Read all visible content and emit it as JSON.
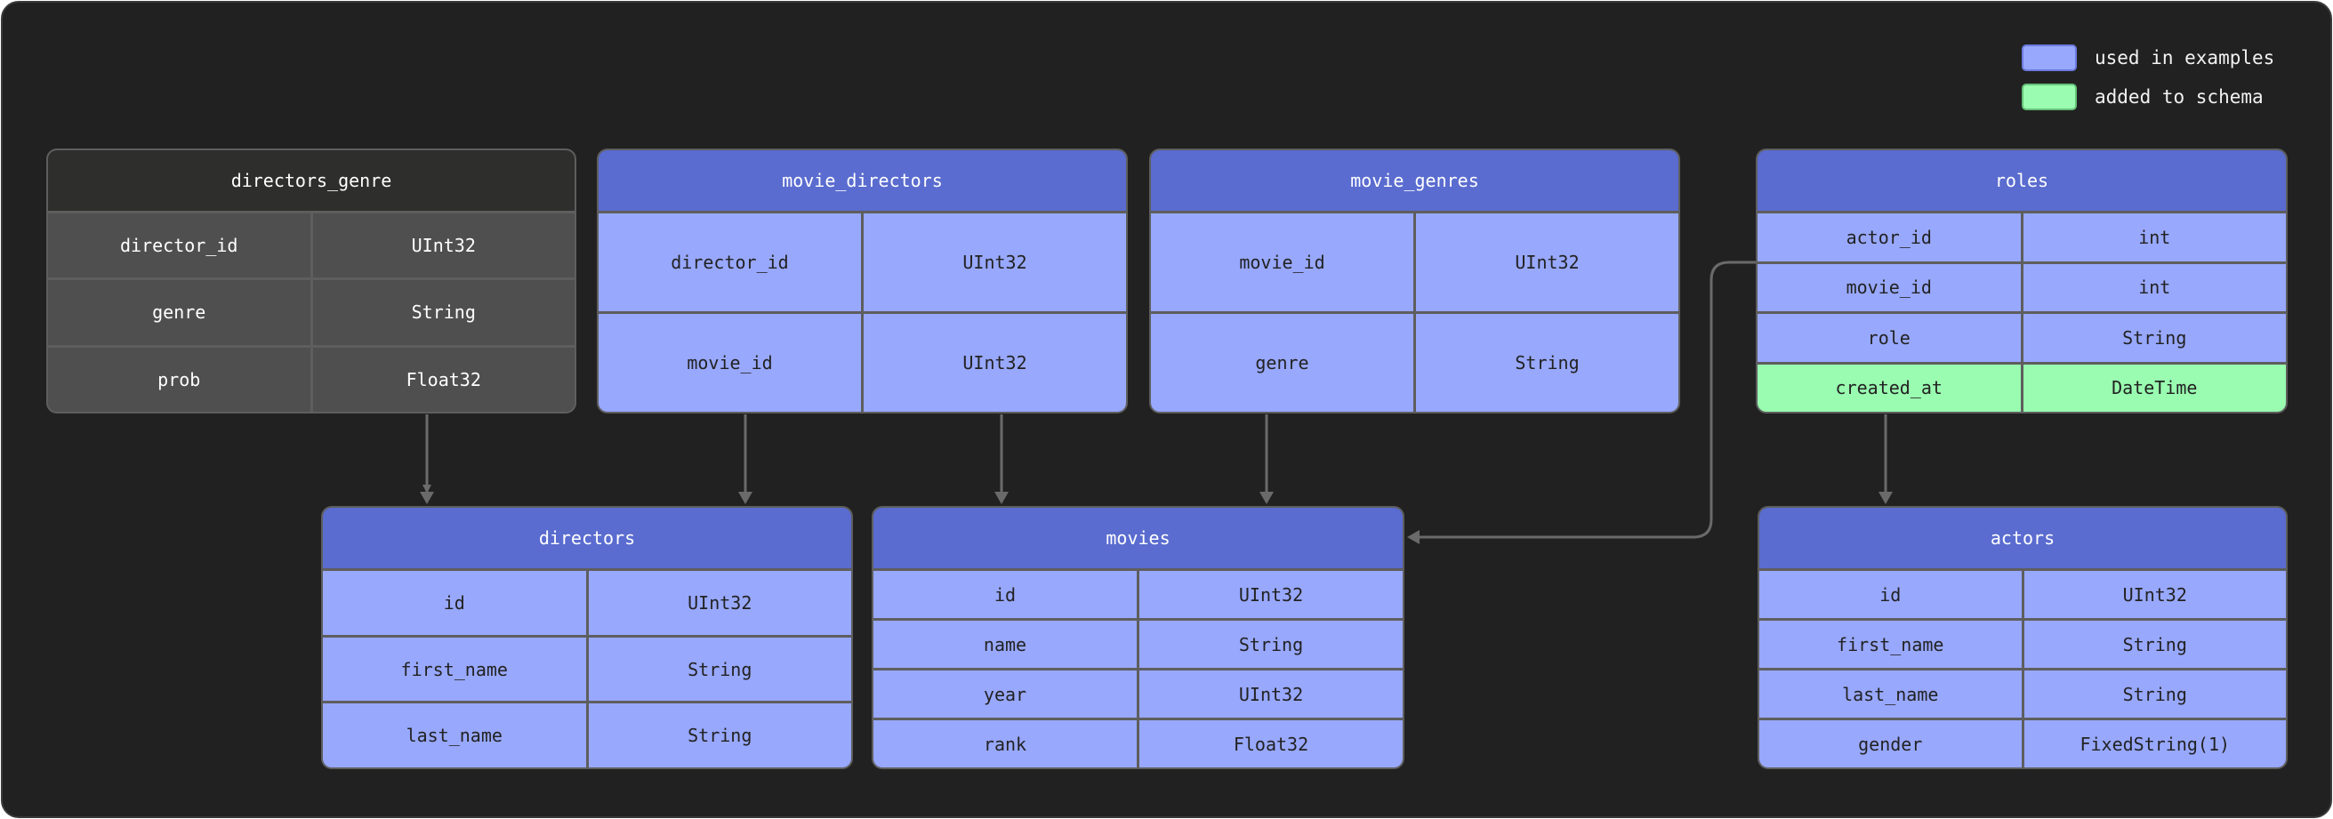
{
  "legend": [
    {
      "label": "used in examples",
      "color": "#98a8fd",
      "border": "#6b7be0"
    },
    {
      "label": "added to schema",
      "color": "#99fcb0",
      "border": "#66c27a"
    }
  ],
  "colors": {
    "background": "#212121",
    "header_used": "#5a6ccf",
    "row_used": "#98a8fd",
    "row_added": "#99fcb0",
    "header_unused": "#2e2e2c",
    "row_unused": "#4f4f4f"
  },
  "tables": [
    {
      "id": "directors_genre",
      "name": "directors_genre",
      "style": "dark",
      "rows": [
        {
          "column": "director_id",
          "type": "UInt32"
        },
        {
          "column": "genre",
          "type": "String"
        },
        {
          "column": "prob",
          "type": "Float32"
        }
      ]
    },
    {
      "id": "movie_directors",
      "name": "movie_directors",
      "style": "blue",
      "rows": [
        {
          "column": "director_id",
          "type": "UInt32"
        },
        {
          "column": "movie_id",
          "type": "UInt32"
        }
      ]
    },
    {
      "id": "movie_genres",
      "name": "movie_genres",
      "style": "blue",
      "rows": [
        {
          "column": "movie_id",
          "type": "UInt32"
        },
        {
          "column": "genre",
          "type": "String"
        }
      ]
    },
    {
      "id": "roles",
      "name": "roles",
      "style": "blue",
      "rows": [
        {
          "column": "actor_id",
          "type": "int"
        },
        {
          "column": "movie_id",
          "type": "int"
        },
        {
          "column": "role",
          "type": "String"
        },
        {
          "column": "created_at",
          "type": "DateTime",
          "status": "added"
        }
      ]
    },
    {
      "id": "directors",
      "name": "directors",
      "style": "blue",
      "rows": [
        {
          "column": "id",
          "type": "UInt32"
        },
        {
          "column": "first_name",
          "type": "String"
        },
        {
          "column": "last_name",
          "type": "String"
        }
      ]
    },
    {
      "id": "movies",
      "name": "movies",
      "style": "blue",
      "rows": [
        {
          "column": "id",
          "type": "UInt32"
        },
        {
          "column": "name",
          "type": "String"
        },
        {
          "column": "year",
          "type": "UInt32"
        },
        {
          "column": "rank",
          "type": "Float32"
        }
      ]
    },
    {
      "id": "actors",
      "name": "actors",
      "style": "blue",
      "rows": [
        {
          "column": "id",
          "type": "UInt32"
        },
        {
          "column": "first_name",
          "type": "String"
        },
        {
          "column": "last_name",
          "type": "String"
        },
        {
          "column": "gender",
          "type": "FixedString(1)"
        }
      ]
    }
  ],
  "relations": [
    {
      "from": "directors_genre",
      "to": "directors"
    },
    {
      "from": "movie_directors",
      "to": "directors"
    },
    {
      "from": "movie_directors",
      "to": "movies"
    },
    {
      "from": "movie_genres",
      "to": "movies"
    },
    {
      "from": "roles",
      "to": "movies"
    },
    {
      "from": "roles",
      "to": "actors"
    }
  ]
}
